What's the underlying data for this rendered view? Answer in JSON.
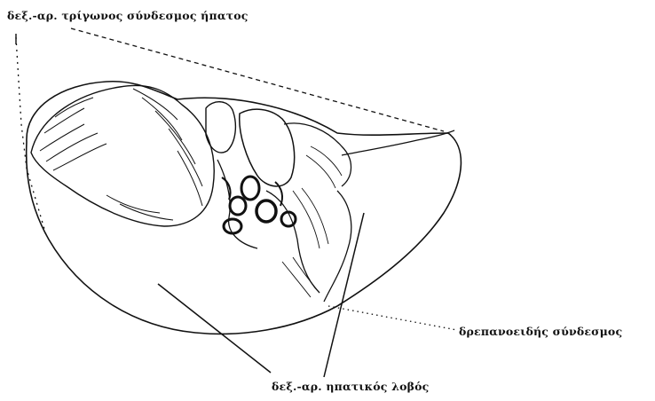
{
  "labels": {
    "triangular_ligament": "δεξ.-αρ. τρίγωνος σύνδεσμος ήπατος",
    "falciform_ligament": "δρεπανοειδής σύνδεσμος",
    "hepatic_lobe": "δεξ.-αρ. ηπατικός λοβός"
  },
  "colors": {
    "ink": "#111111",
    "paper": "#ffffff"
  }
}
